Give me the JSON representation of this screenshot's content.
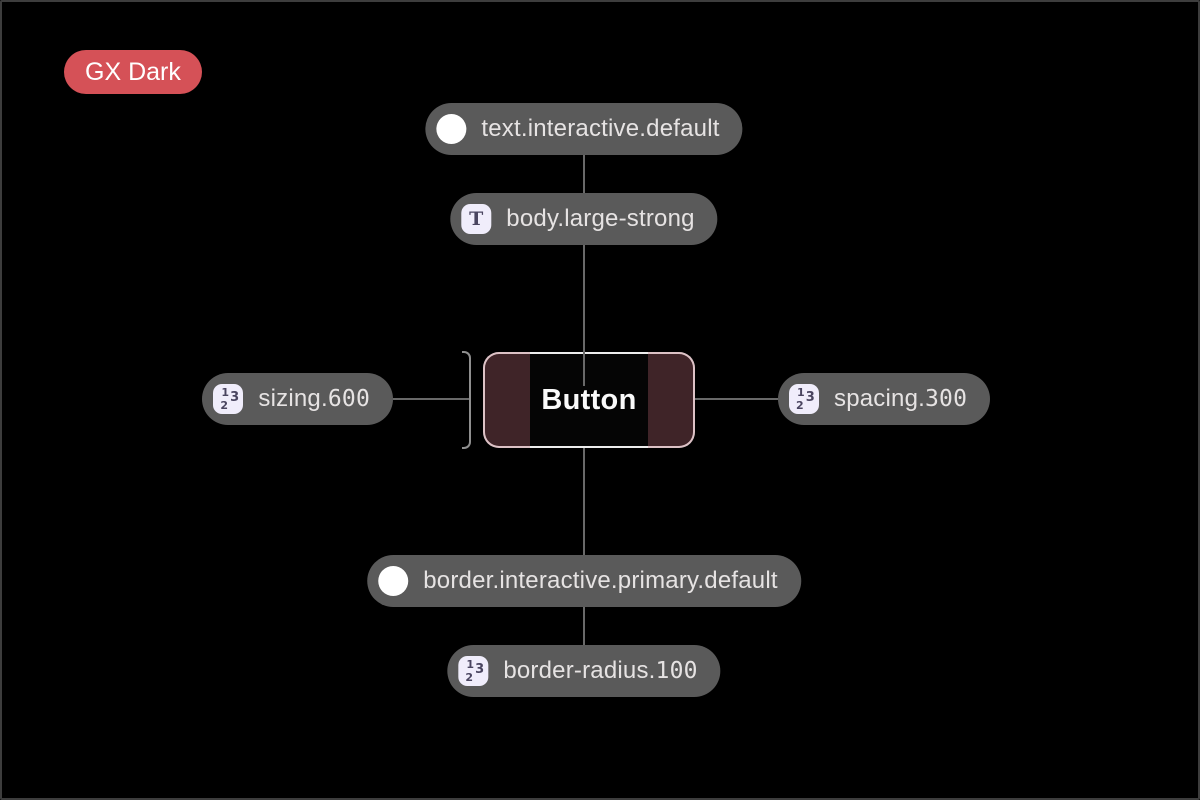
{
  "theme_badge": {
    "label": "GX Dark"
  },
  "component": {
    "label": "Button"
  },
  "tokens": {
    "text_color": {
      "name": "text.interactive.default",
      "value": "",
      "icon": "color-swatch"
    },
    "typography": {
      "name": "body.large-strong",
      "value": "",
      "icon": "typography"
    },
    "sizing": {
      "name": "sizing.",
      "value": "600",
      "icon": "number"
    },
    "spacing": {
      "name": "spacing.",
      "value": "300",
      "icon": "number"
    },
    "border_color": {
      "name": "border.interactive.primary.default",
      "value": "",
      "icon": "color-swatch"
    },
    "border_radius": {
      "name": "border-radius.",
      "value": "100",
      "icon": "number"
    }
  },
  "icons": {
    "typography": {
      "glyph": "T"
    },
    "number": {
      "d1": "1",
      "d2": "2",
      "d3": "3"
    }
  },
  "colors": {
    "background": "#000000",
    "frame_border": "#3d3d3d",
    "accent_red": "#d55157",
    "pill_bg": "#5a5a5a",
    "pill_text": "#e6e3e3",
    "connector_line": "#696969",
    "bracket": "#8f8f8f",
    "icon_bg": "#f0edfb",
    "icon_fg": "#4a4560",
    "button_border": "#ededed",
    "button_text": "#fafafa",
    "padding_overlay_dark": "#3a2024",
    "padding_overlay_on_border": "#f2c6c8"
  }
}
